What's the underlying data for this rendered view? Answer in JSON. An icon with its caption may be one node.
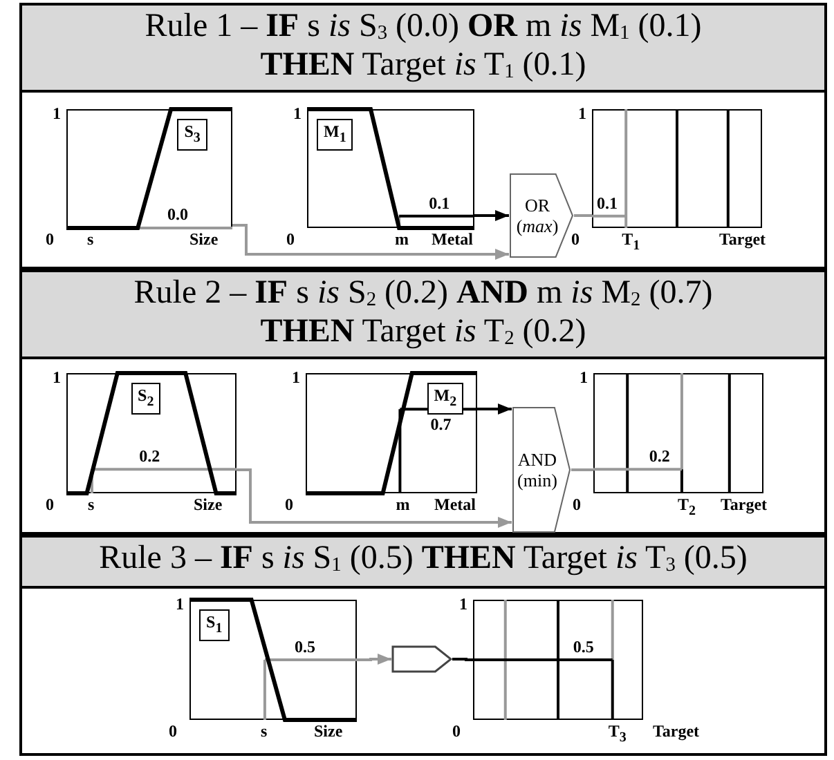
{
  "diagram": {
    "nodes": [
      {
        "text": [
          "Rule 1 – **IF** s *is* S$_{3}$ (0.0) **OR** m *is* M$_{1}$ (0.1) **THEN** Target *is* T$_{1}$ (0.1)"
        ]
      },
      {
        "text": [
          "1",
          "S$_{3}$",
          "0.0",
          "0",
          "s",
          "Size"
        ],
        "in": 0
      },
      {
        "text": [
          "1",
          "M$_{1}$",
          "0.1",
          "0",
          "m",
          "Metal"
        ],
        "in": 0
      },
      {
        "text": [
          "OR (*max*)"
        ],
        "in": 0
      },
      {
        "text": [
          "1",
          "0.1",
          "0",
          "T$_{1}$",
          "Target"
        ],
        "in": 0
      },
      {
        "text": [
          "Rule 2 – **IF** s *is* S$_{2}$ (0.2) **AND** m *is* M$_{2}$ (0.7) **THEN** Target *is* T$_{2}$ (0.2)"
        ]
      },
      {
        "text": [
          "1",
          "S$_{2}$",
          "0.2",
          "0",
          "s",
          "Size"
        ],
        "in": 5
      },
      {
        "text": [
          "1",
          "M$_{2}$",
          "0.7",
          "0",
          "m",
          "Metal"
        ],
        "in": 5
      },
      {
        "text": [
          "AND (min)"
        ],
        "in": 5
      },
      {
        "text": [
          "1",
          "0.2",
          "0",
          "T$_{2}$",
          "Target"
        ],
        "in": 5
      },
      {
        "text": [
          "Rule 3 – **IF** s *is* S$_{1}$ (0.5) **THEN** Target *is* T$_{3}$ (0.5)"
        ]
      },
      {
        "text": [
          "1",
          "S$_{1}$",
          "0.5",
          "0",
          "s",
          "Size"
        ],
        "in": 10
      },
      {
        "text": [],
        "shape": "pentagon",
        "in": 10
      },
      {
        "text": [
          "1",
          "0.5",
          "0",
          "T$_{3}$",
          "Target"
        ],
        "in": 10
      }
    ],
    "edges": [
      {
        "from": 1,
        "to": 3,
        "arrow": "to"
      },
      {
        "from": 2,
        "to": 3,
        "arrow": "to",
        "color": "#000000"
      },
      {
        "from": 3,
        "to": 4,
        "arrow": "none"
      },
      {
        "from": 6,
        "to": 8,
        "arrow": "to"
      },
      {
        "from": 7,
        "to": 8,
        "arrow": "to",
        "color": "#000000"
      },
      {
        "from": 8,
        "to": 9,
        "arrow": "none"
      },
      {
        "from": 11,
        "to": 12,
        "arrow": "to"
      },
      {
        "from": 12,
        "to": 13,
        "arrow": "none",
        "color": "#000000"
      }
    ]
  }
}
